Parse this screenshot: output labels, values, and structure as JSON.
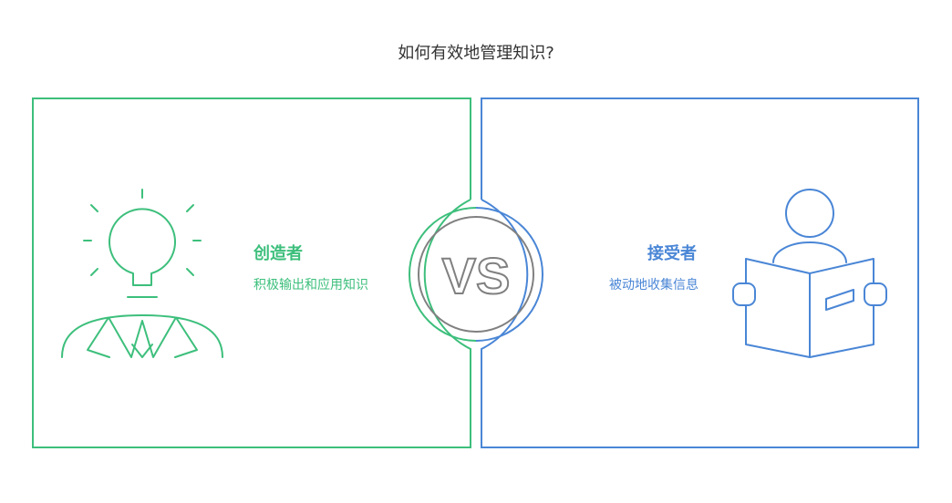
{
  "title": "如何有效地管理知识?",
  "colors": {
    "creator": "#3dbf7c",
    "receiver": "#4a86d6",
    "vs_ring": "#808080",
    "title_text": "#333333"
  },
  "left": {
    "heading": "创造者",
    "description": "积极输出和应用知识",
    "icon": "lightbulb-person-icon"
  },
  "right": {
    "heading": "接受者",
    "description": "被动地收集信息",
    "icon": "person-reading-book-icon"
  },
  "center": {
    "label": "VS"
  }
}
